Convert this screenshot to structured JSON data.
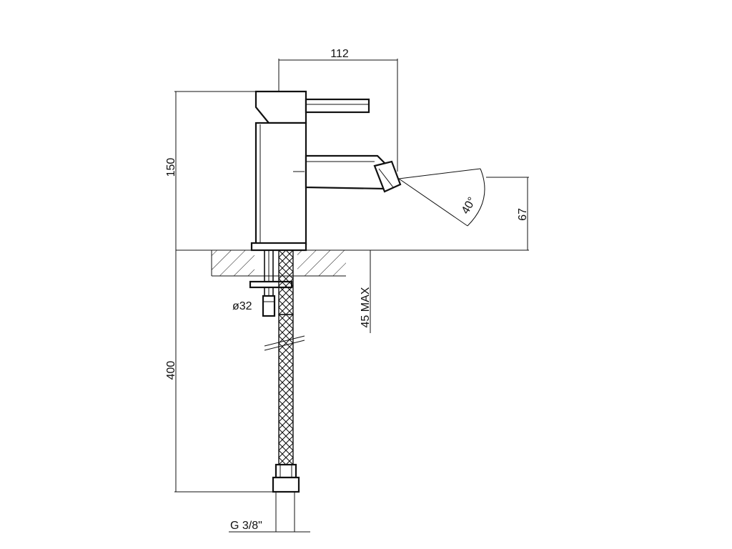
{
  "dimensions": {
    "width_top": "112",
    "height_body": "150",
    "spout_height": "67",
    "spray_angle": "40°",
    "hole_diameter": "ø32",
    "max_thickness": "45 MAX",
    "hose_length": "400",
    "thread": "G 3/8\""
  }
}
